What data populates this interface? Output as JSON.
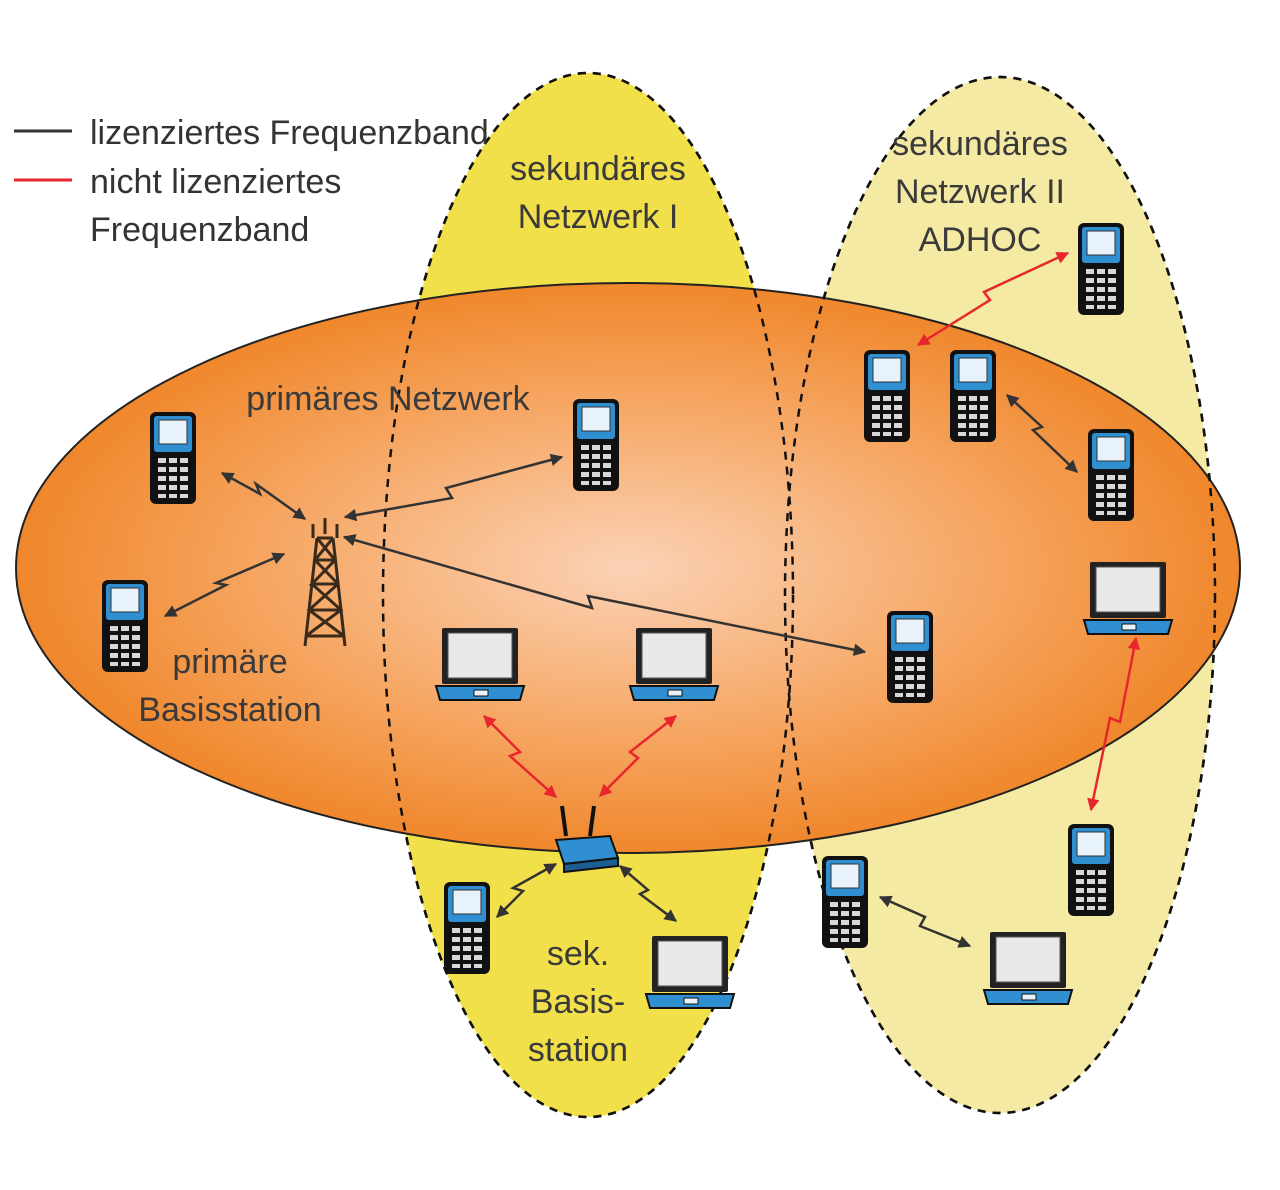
{
  "legend": {
    "licensed": "lizenziertes Frequenzband",
    "unlicensed_line1": "nicht lizenziertes",
    "unlicensed_line2": "Frequenzband"
  },
  "labels": {
    "secondary_network_1_line1": "sekundäres",
    "secondary_network_1_line2": "Netzwerk I",
    "secondary_network_2_line1": "sekundäres",
    "secondary_network_2_line2": "Netzwerk II",
    "secondary_network_2_line3": "ADHOC",
    "primary_network": "primäres Netzwerk",
    "primary_base_station_line1": "primäre",
    "primary_base_station_line2": "Basisstation",
    "secondary_base_station_line1": "sek.",
    "secondary_base_station_line2": "Basis-",
    "secondary_base_station_line3": "station"
  },
  "colors": {
    "licensed_link": "#333333",
    "unlicensed_link": "#e8262d",
    "primary_network_fill": "#f18f2e",
    "secondary_network_1_fill": "#f2e04a",
    "secondary_network_2_fill": "#f4eaa3",
    "device_screen": "#2f8fd0"
  },
  "icons": {
    "phone": "mobile-phone-icon",
    "laptop": "laptop-icon",
    "tower": "cell-tower-icon",
    "router": "wireless-router-icon"
  }
}
